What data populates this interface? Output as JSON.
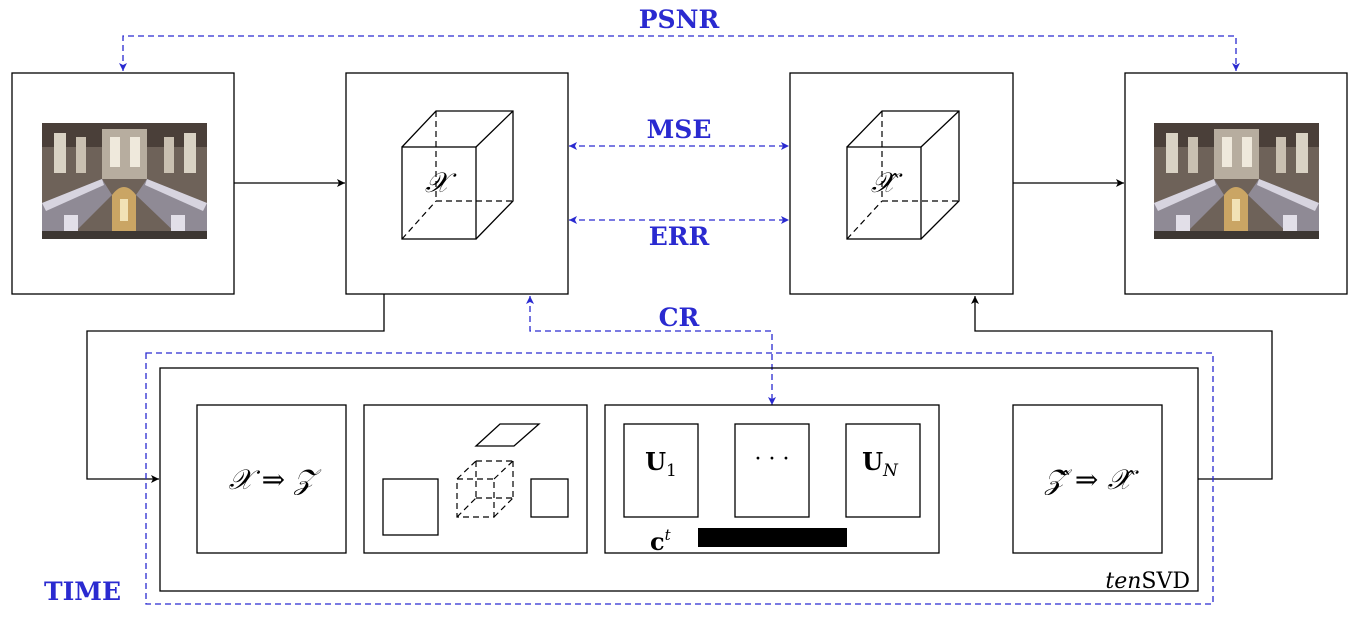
{
  "metrics": {
    "psnr": "PSNR",
    "mse": "MSE",
    "err": "ERR",
    "cr": "CR",
    "time": "TIME"
  },
  "tensors": {
    "original": "𝒳",
    "reconstructed": "𝒳̂"
  },
  "pipeline": {
    "label_italic": "ten",
    "label_plain": "SVD",
    "forward_map": "𝒳 ⇒ 𝒵",
    "inverse_map": "𝒵̂ ⇒ 𝒳̂",
    "factor_first": "U",
    "factor_first_sub": "1",
    "factor_dots": "· · ·",
    "factor_last": "U",
    "factor_last_sub": "N",
    "coeff": "c",
    "coeff_sup": "t"
  },
  "colors": {
    "metric_blue": "#2a2ad0",
    "ink": "#000000"
  },
  "icons": {
    "image": "photo-thumbnail-icon",
    "cube": "cube-icon"
  }
}
